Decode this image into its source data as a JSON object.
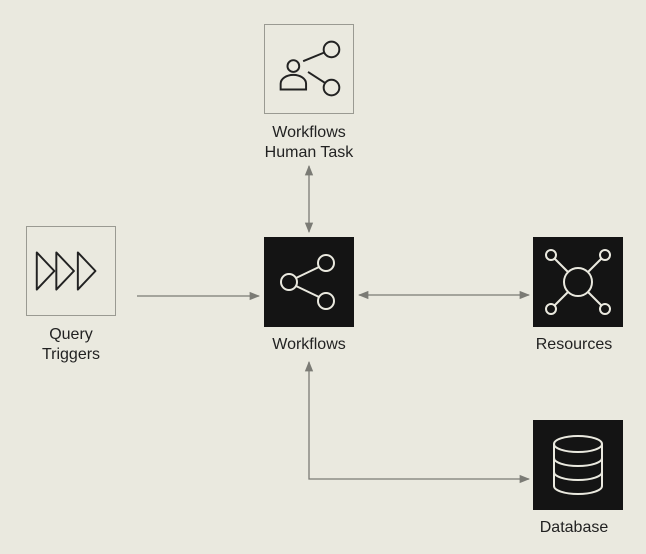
{
  "colors": {
    "background": "#EAE9DF",
    "connector": "#7B7B75",
    "dark_node": "#141414",
    "light_border": "#9A9A92",
    "text": "#222222"
  },
  "nodes": {
    "human_task": {
      "label": "Workflows\nHuman Task",
      "icon": "share-user-icon"
    },
    "triggers": {
      "label": "Query\nTriggers",
      "icon": "triple-chevron-icon"
    },
    "workflows": {
      "label": "Workflows",
      "icon": "share-icon"
    },
    "resources": {
      "label": "Resources",
      "icon": "hub-network-icon"
    },
    "database": {
      "label": "Database",
      "icon": "database-icon"
    }
  }
}
